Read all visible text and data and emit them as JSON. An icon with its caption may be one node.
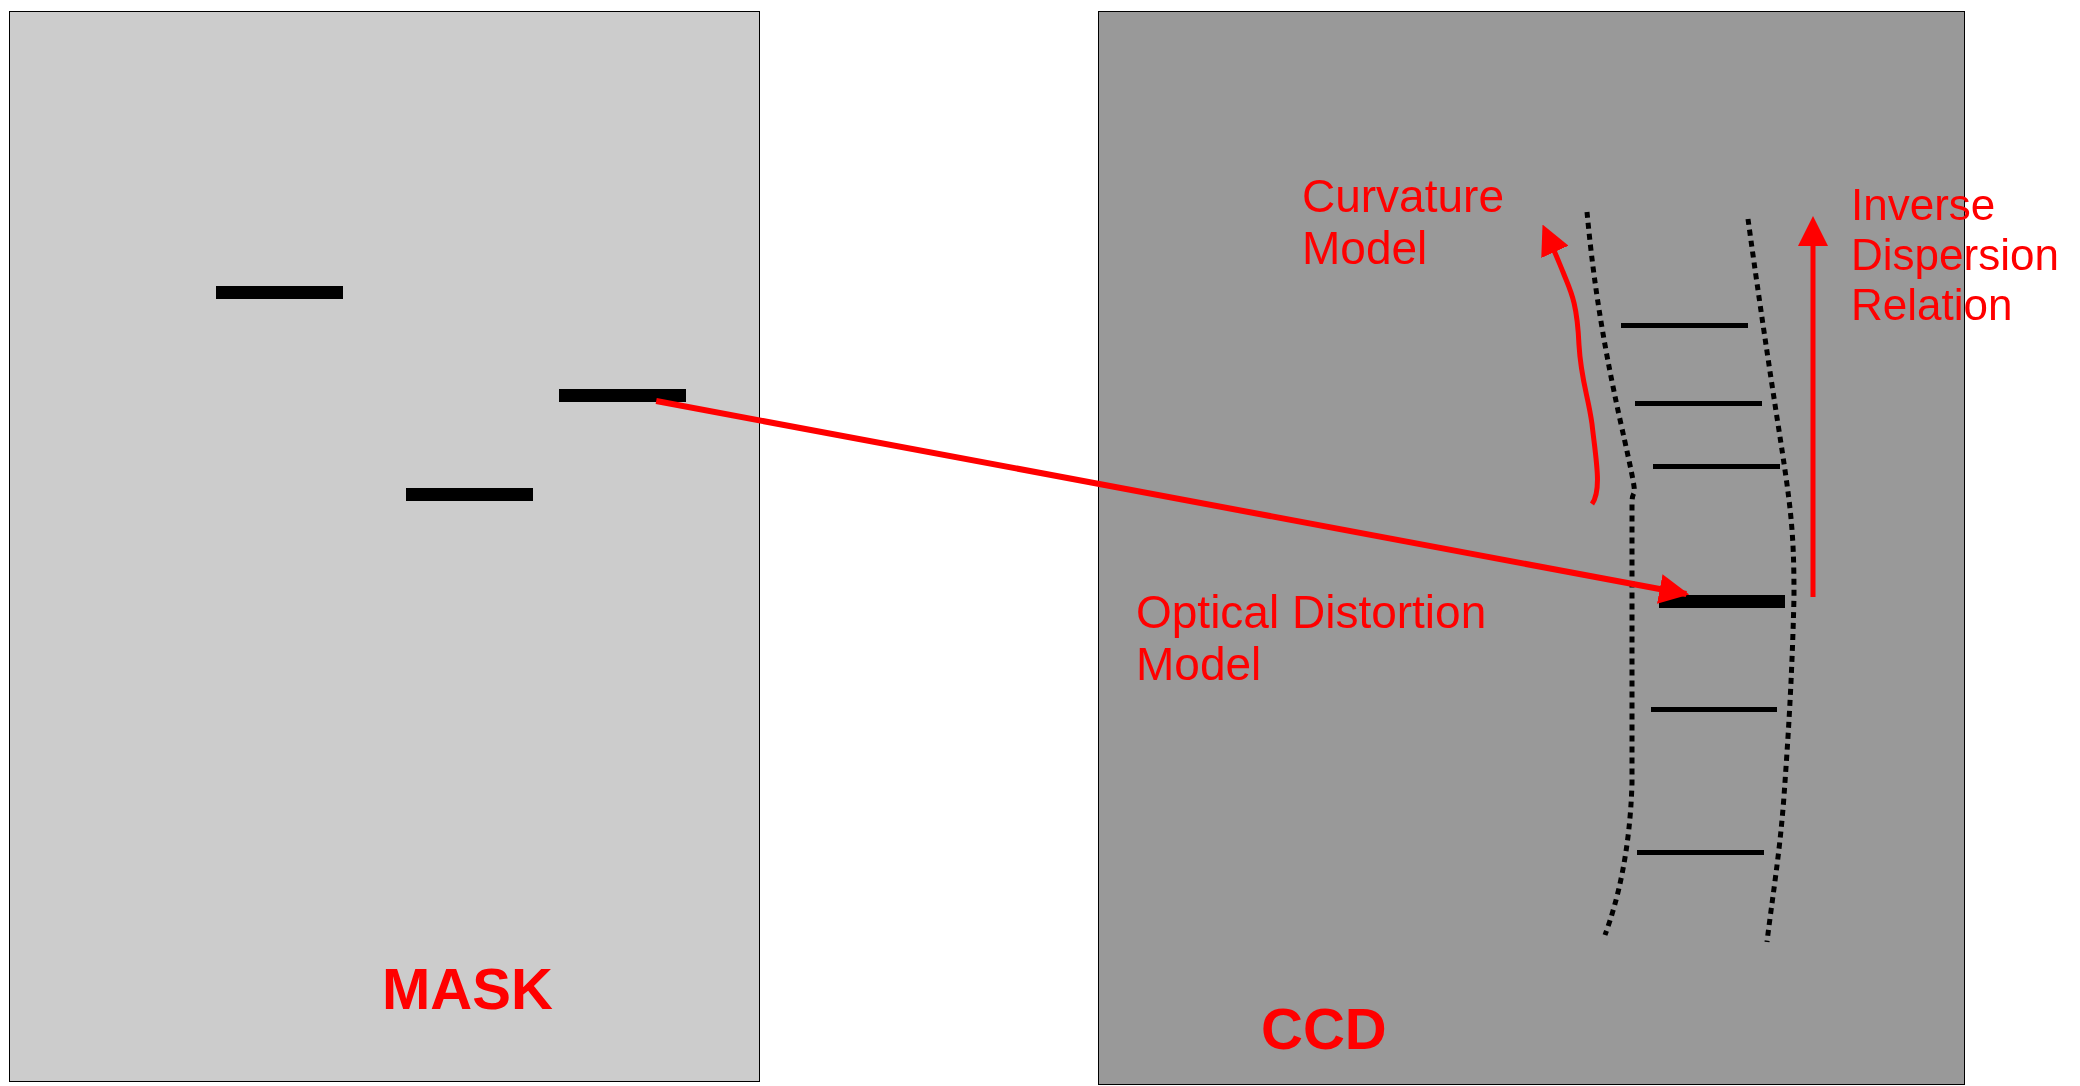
{
  "diagram": {
    "nodes": [
      {
        "text": [
          "MASK"
        ]
      },
      {
        "text": [
          "CCD"
        ]
      },
      {
        "text": [],
        "shape": "bar",
        "in": 0
      },
      {
        "text": [],
        "shape": "bar",
        "in": 0
      },
      {
        "text": [],
        "shape": "bar",
        "in": 0
      },
      {
        "text": [],
        "shape": "bar",
        "in": 1
      },
      {
        "text": [],
        "shape": "bar",
        "in": 1
      },
      {
        "text": [],
        "shape": "bar",
        "in": 1
      },
      {
        "text": [],
        "shape": "bar",
        "in": 1
      },
      {
        "text": [],
        "shape": "bar",
        "in": 1
      },
      {
        "text": [],
        "shape": "bar",
        "in": 1
      }
    ],
    "edges": [
      {
        "from": 3,
        "to": 8,
        "arrow": "to"
      }
    ],
    "labels": [
      "Curvature Model",
      "Inverse Dispersion Relation",
      "Optical Distortion Model"
    ]
  }
}
